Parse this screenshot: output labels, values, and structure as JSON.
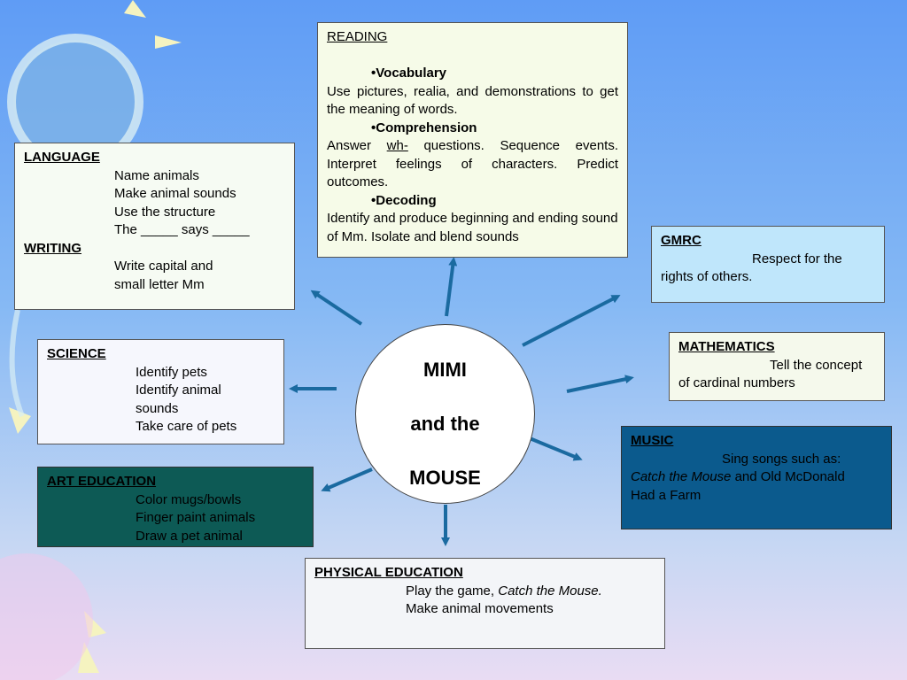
{
  "center": {
    "line1": "MIMI",
    "line2": "and the",
    "line3": "MOUSE"
  },
  "reading": {
    "heading": "READING",
    "vocab_title": "Vocabulary",
    "vocab_text": "Use pictures, realia, and demonstrations to get the meaning of words.",
    "comp_title": "Comprehension",
    "comp_text_pre": "Answer ",
    "comp_text_wh": "wh-",
    "comp_text_post": " questions.  Sequence events.  Interpret feelings of characters.  Predict outcomes.",
    "dec_title": "Decoding",
    "dec_text": "Identify and produce beginning and ending sound of Mm.  Isolate and blend sounds"
  },
  "language": {
    "heading": "LANGUAGE",
    "items": [
      "Name animals",
      "Make animal sounds",
      "Use the structure",
      "The _____ says _____"
    ],
    "writing_heading": "WRITING",
    "writing_items": [
      "Write capital and",
      "small letter Mm"
    ]
  },
  "science": {
    "heading": "SCIENCE",
    "items": [
      "Identify pets",
      "Identify animal",
      "sounds",
      "Take care of pets"
    ]
  },
  "art": {
    "heading": "ART EDUCATION",
    "items": [
      "Color mugs/bowls",
      "Finger paint animals",
      "Draw a pet animal"
    ]
  },
  "gmrc": {
    "heading": "GMRC",
    "text1": "Respect for the",
    "text2": "rights of others."
  },
  "math": {
    "heading": "MATHEMATICS",
    "text1": "Tell the concept",
    "text2": "of cardinal numbers"
  },
  "music": {
    "heading": "MUSIC",
    "text1": "Sing songs such as:",
    "song1": "Catch the Mouse",
    "text2": " and Old McDonald",
    "text3": "Had a Farm"
  },
  "pe": {
    "heading": "PHYSICAL EDUCATION",
    "text1_pre": "Play the game, ",
    "text1_ital": "Catch the Mouse.",
    "text2": "Make animal movements"
  },
  "colors": {
    "arrow": "#1a6aa0",
    "art_bg": "#0d5a55",
    "music_bg": "#0b5a8d",
    "reading_bg": "#f6fbe8",
    "language_bg": "#f6fbf3",
    "science_bg": "#f6f7fd",
    "gmrc_bg": "#bfe6fb",
    "math_bg": "#f5f9ec",
    "pe_bg": "#f3f5f8"
  }
}
